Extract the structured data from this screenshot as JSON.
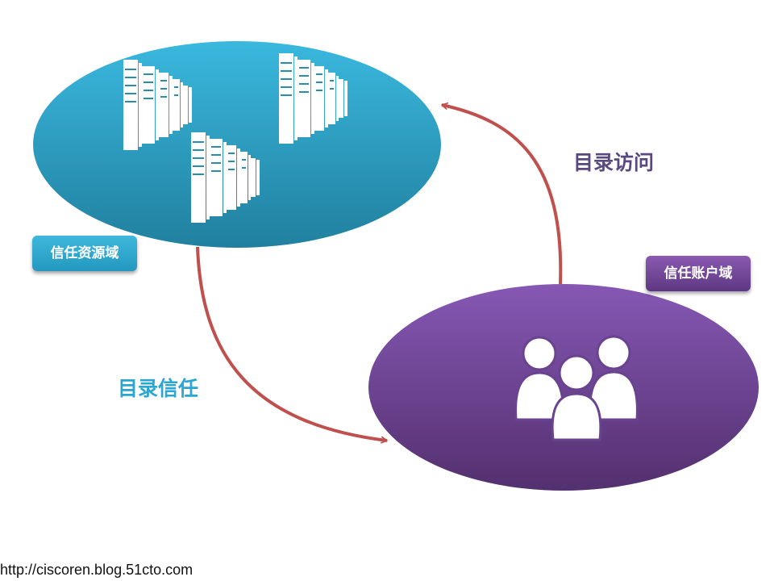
{
  "domains": {
    "resource_domain": {
      "label": "信任资源域",
      "color": "#2ea8cf"
    },
    "account_domain": {
      "label": "信任账户域",
      "color": "#774f9e"
    }
  },
  "flows": {
    "directory_access": {
      "label": "目录访问",
      "color": "#5a4880"
    },
    "directory_trust": {
      "label": "目录信任",
      "color": "#2aa6d0"
    }
  },
  "arrow_color": "#c0504d",
  "icons": [
    "server-rack-icon",
    "users-group-icon"
  ],
  "footer": {
    "url": "http://ciscoren.blog.51cto.com"
  }
}
